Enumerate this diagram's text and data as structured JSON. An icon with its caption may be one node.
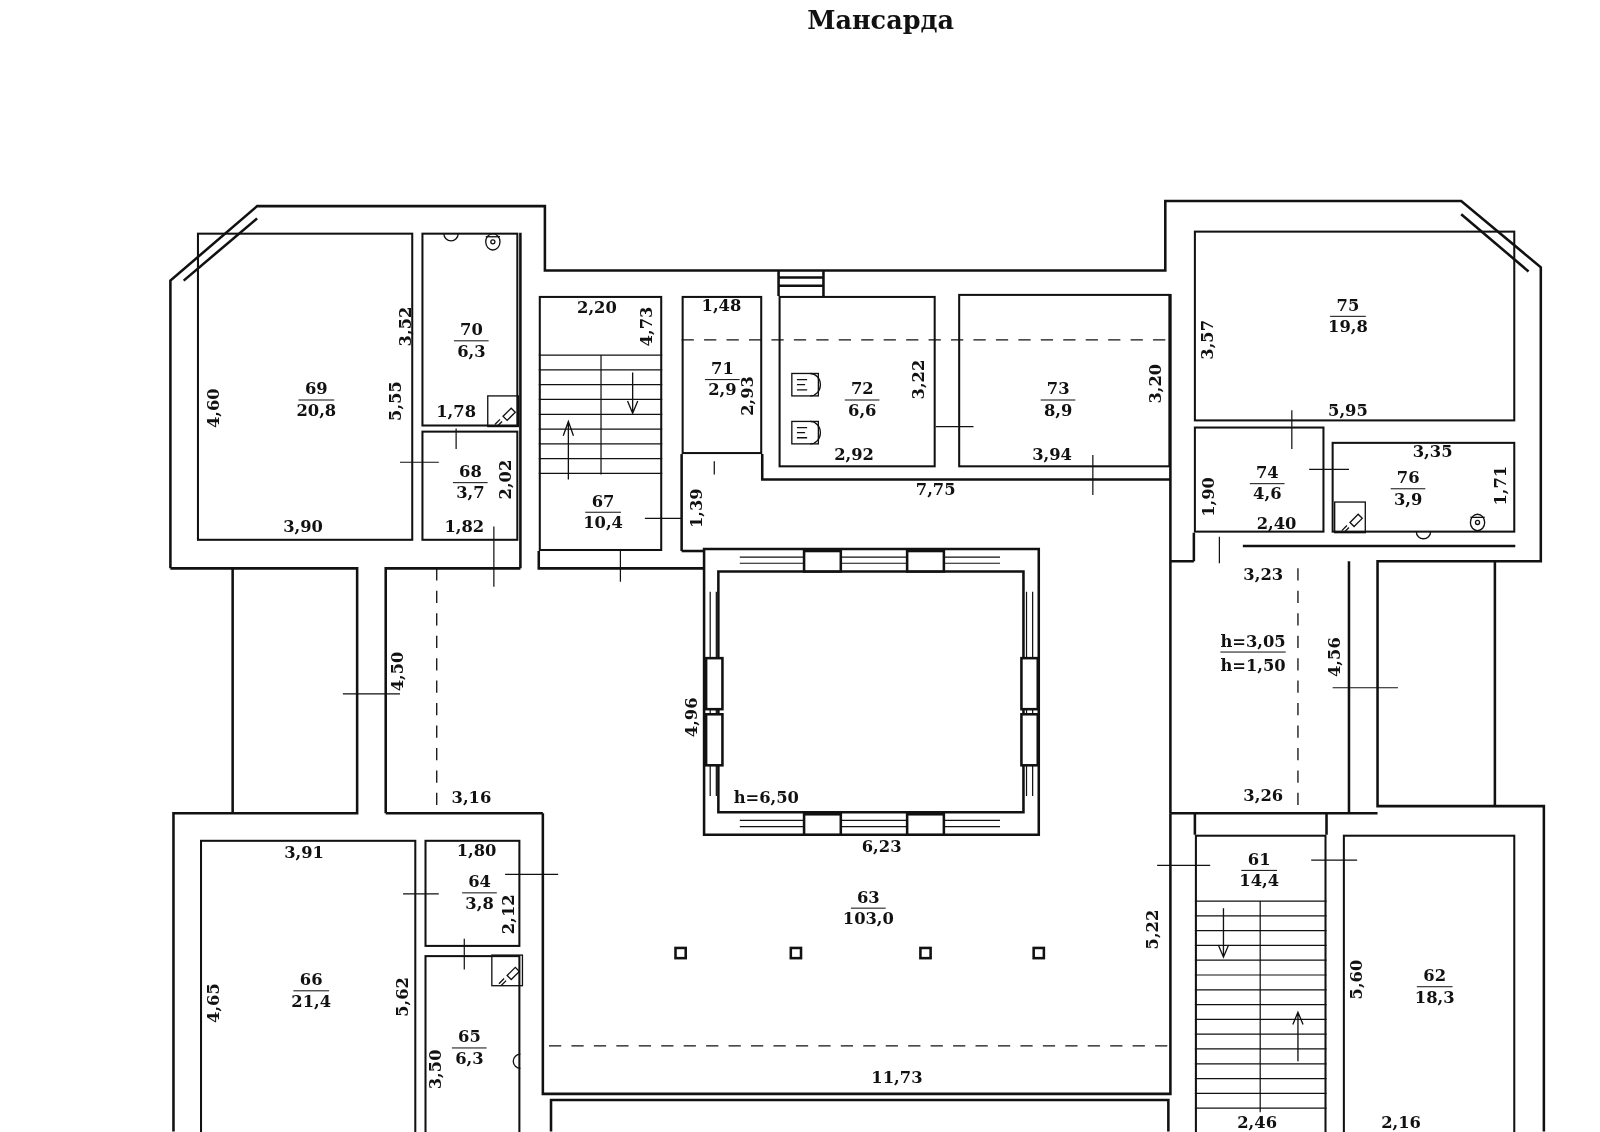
{
  "diagram": {
    "title": "Мансарда",
    "nodes": [
      {
        "text": [
          "69",
          "20,8"
        ]
      },
      {
        "text": [
          "70",
          "6,3"
        ]
      },
      {
        "text": [
          "67",
          "10,4"
        ]
      },
      {
        "text": [
          "71",
          "2,9"
        ]
      },
      {
        "text": [
          "72",
          "6,6"
        ]
      },
      {
        "text": [
          "73",
          "8,9"
        ]
      },
      {
        "text": [
          "75",
          "19,8"
        ]
      },
      {
        "text": [
          "68",
          "3,7"
        ]
      },
      {
        "text": [
          "74",
          "4,6"
        ]
      },
      {
        "text": [
          "76",
          "3,9"
        ]
      },
      {
        "text": [
          "63",
          "103,0"
        ]
      },
      {
        "text": [
          "64",
          "3,8"
        ]
      },
      {
        "text": [
          "66",
          "21,4"
        ]
      },
      {
        "text": [
          "65",
          "6,3"
        ]
      },
      {
        "text": [
          "61",
          "14,4"
        ]
      },
      {
        "text": [
          "62",
          "18,3"
        ]
      }
    ],
    "edges": [],
    "labels": [
      "4,60",
      "5,55",
      "3,90",
      "3,52",
      "1,78",
      "2,02",
      "1,82",
      "2,20",
      "4,73",
      "1,39",
      "1,48",
      "2,93",
      "3,22",
      "2,92",
      "3,20",
      "3,94",
      "7,75",
      "3,57",
      "5,95",
      "3,35",
      "1,90",
      "1,71",
      "2,40",
      "3,23",
      "4,50",
      "h=3,05",
      "h=1,50",
      "4,56",
      "4,96",
      "3,16",
      "h=6,50",
      "3,26",
      "6,23",
      "3,91",
      "1,80",
      "2,12",
      "5,22",
      "4,65",
      "5,62",
      "3,50",
      "5,60",
      "11,73",
      "2,46",
      "2,16"
    ]
  }
}
